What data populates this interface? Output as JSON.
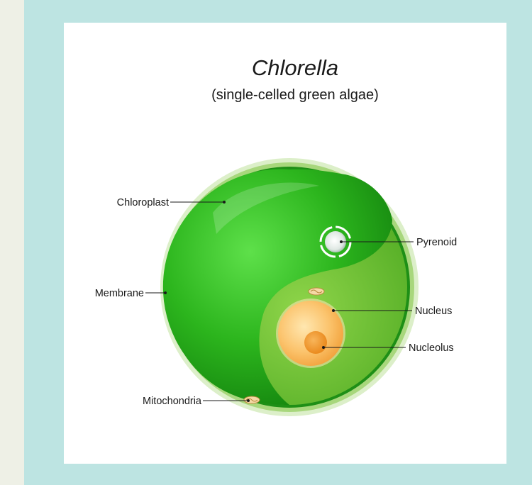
{
  "diagram": {
    "title": "Chlorella",
    "subtitle": "(single-celled green algae)",
    "labels": {
      "chloroplast": "Chloroplast",
      "membrane": "Membrane",
      "mitochondria": "Mitochondria",
      "pyrenoid": "Pyrenoid",
      "nucleus": "Nucleus",
      "nucleolus": "Nucleolus"
    }
  },
  "colors": {
    "outer_frame": "#bde4e2",
    "page_background": "#eef0e6",
    "cell_wall": "#d6ecbf",
    "chloroplast": "#2bb51c",
    "cytoplasm": "#6cc42f",
    "nucleus": "#f9c16a",
    "nucleolus": "#f29a2a"
  }
}
